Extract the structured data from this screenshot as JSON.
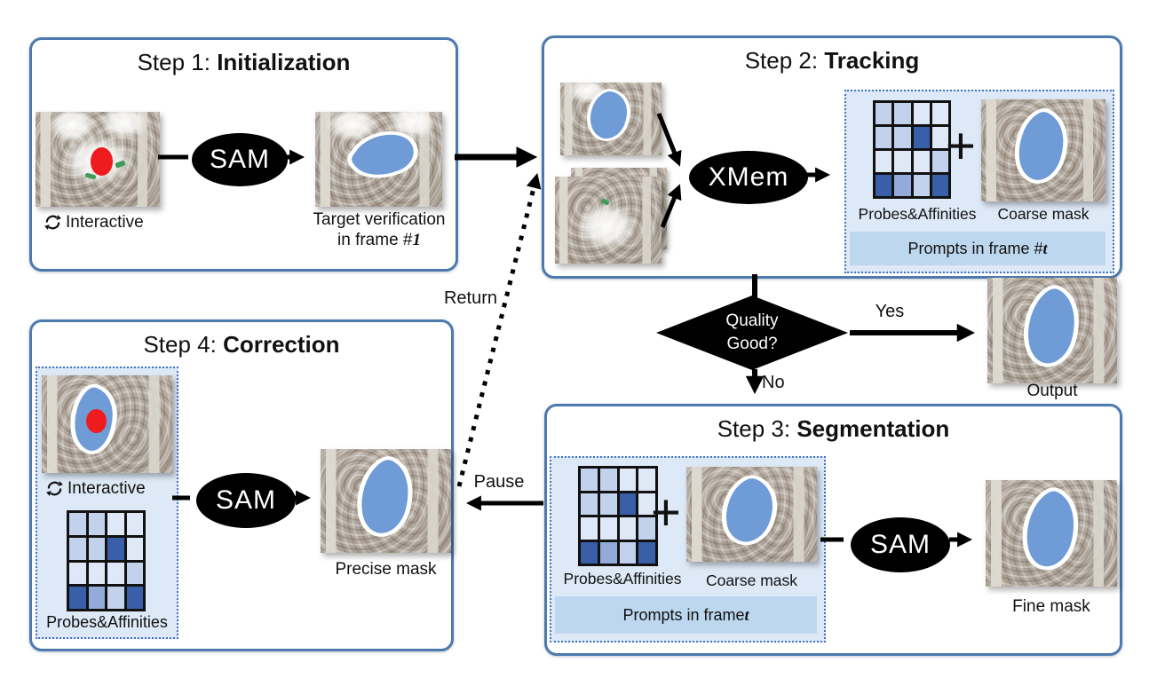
{
  "palette": {
    "box_border": "#4d79ae",
    "panel_bg": "#dde9f6",
    "panel_border": "#4472c4",
    "footer_bg": "#bdd7ee",
    "mask_blue": "#6f9bd6",
    "node_black": "#000000",
    "arrow_black": "#111111",
    "point_red": "#ee1c1e"
  },
  "grid": {
    "rows": 4,
    "cols": 4,
    "colors": {
      "xl": "#dfe8f6",
      "l": "#c3d2ec",
      "m": "#92abd8",
      "d": "#3a5fa9"
    },
    "pattern": [
      [
        "l",
        "l",
        "xl",
        "xl"
      ],
      [
        "l",
        "l",
        "d",
        "xl"
      ],
      [
        "xl",
        "xl",
        "xl",
        "l"
      ],
      [
        "d",
        "m",
        "l",
        "d"
      ]
    ]
  },
  "step1": {
    "title_prefix": "Step 1: ",
    "title": "Initialization",
    "interactive": "Interactive",
    "sam": "SAM",
    "caption_line1": "Target verification",
    "caption_line2_prefix": "in frame #",
    "caption_frame": "1"
  },
  "step2": {
    "title_prefix": "Step 2: ",
    "title": "Tracking",
    "engine": "XMem",
    "probes": "Probes&Affinities",
    "coarse": "Coarse mask",
    "prompts_prefix": "Prompts in frame #",
    "prompts_frame": "t"
  },
  "decision": {
    "line1": "Quality",
    "line2": "Good?",
    "output_caption": "Output"
  },
  "step3": {
    "title_prefix": "Step 3: ",
    "title": "Segmentation",
    "probes": "Probes&Affinities",
    "coarse": "Coarse mask",
    "prompts_prefix": "Prompts in frame ",
    "prompts_frame": "t",
    "sam": "SAM",
    "fine_caption": "Fine mask"
  },
  "step4": {
    "title_prefix": "Step 4: ",
    "title": "Correction",
    "interactive": "Interactive",
    "probes": "Probes&Affinities",
    "sam": "SAM",
    "precise_caption": "Precise mask"
  },
  "connectors": {
    "return_label": "Return",
    "pause_label": "Pause",
    "yes_label": "Yes",
    "no_label": "No",
    "plus": "+"
  }
}
